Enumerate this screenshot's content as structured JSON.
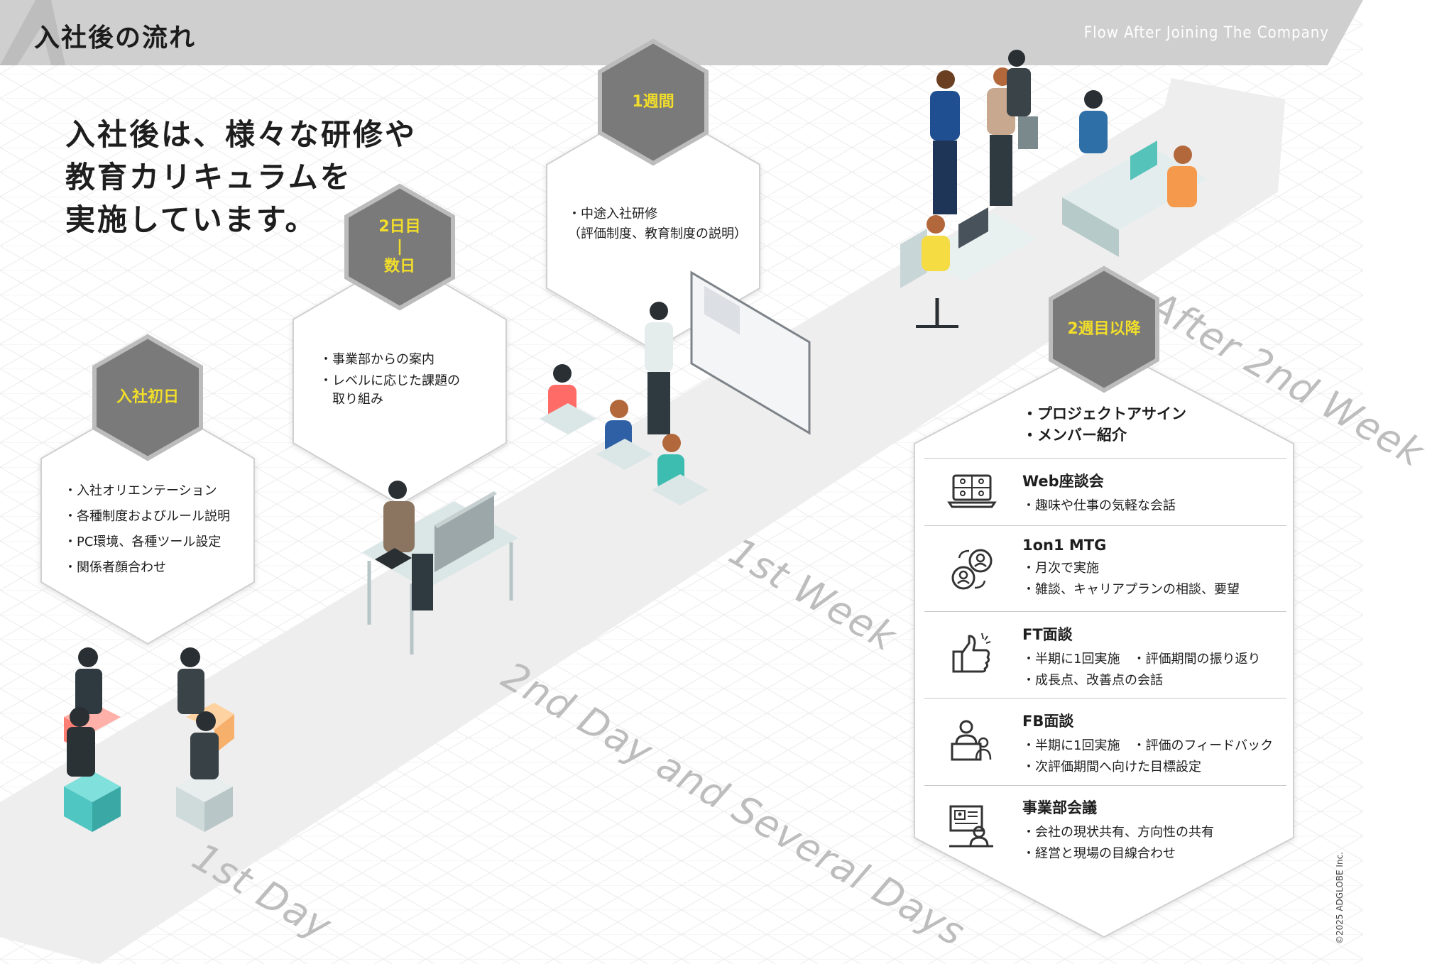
{
  "header": {
    "title": "入社後の流れ",
    "subtitle": "Flow After Joining The Company"
  },
  "headline": {
    "lines": [
      "入社後は、様々な研修や",
      "教育カリキュラムを",
      "実施しています。"
    ]
  },
  "stages": {
    "day1": {
      "label": "入社初日",
      "items": [
        "・入社オリエンテーション",
        "・各種制度およびルール説明",
        "・PC環境、各種ツール設定",
        "・関係者顔合わせ"
      ]
    },
    "day2": {
      "label_lines": [
        "2日目",
        "|",
        "数日"
      ],
      "items": [
        "・事業部からの案内",
        "・レベルに応じた課題の",
        "　取り組み"
      ]
    },
    "week1": {
      "label": "1週間",
      "items": [
        "・中途入社研修",
        "（評価制度、教育制度の説明）"
      ]
    },
    "week2": {
      "label": "2週目以降",
      "intro": [
        "・プロジェクトアサイン",
        "・メンバー紹介"
      ],
      "rows": [
        {
          "title": "Web座談会",
          "icon": "video-call-icon",
          "lines": [
            "・趣味や仕事の気軽な会話"
          ]
        },
        {
          "title": "1on1 MTG",
          "icon": "people-exchange-icon",
          "lines": [
            "・月次で実施",
            "・雑談、キャリアプランの相談、要望"
          ]
        },
        {
          "title": "FT面談",
          "icon": "thumbs-up-icon",
          "lines": [
            "・半期に1回実施　・評価期間の振り返り",
            "・成長点、改善点の会話"
          ]
        },
        {
          "title": "FB面談",
          "icon": "presenter-icon",
          "lines": [
            "・半期に1回実施　・評価のフィードバック",
            "・次評価期間へ向けた目標設定"
          ]
        },
        {
          "title": "事業部会議",
          "icon": "meeting-screen-icon",
          "lines": [
            "・会社の現状共有、方向性の共有",
            "・経営と現場の目線合わせ"
          ]
        }
      ]
    }
  },
  "route_labels": {
    "first_day": "1st Day",
    "second_day": "2nd Day and Several Days",
    "first_week": "1st Week",
    "after_second_week": "After 2nd Week"
  },
  "copyright": "©2025 ADGLOBE Inc.",
  "colors": {
    "accent_yellow": "#f2de2a",
    "hex_badge": "#7a7a7a",
    "header_bg": "#cfcfcf",
    "route": "#eeeeee"
  }
}
